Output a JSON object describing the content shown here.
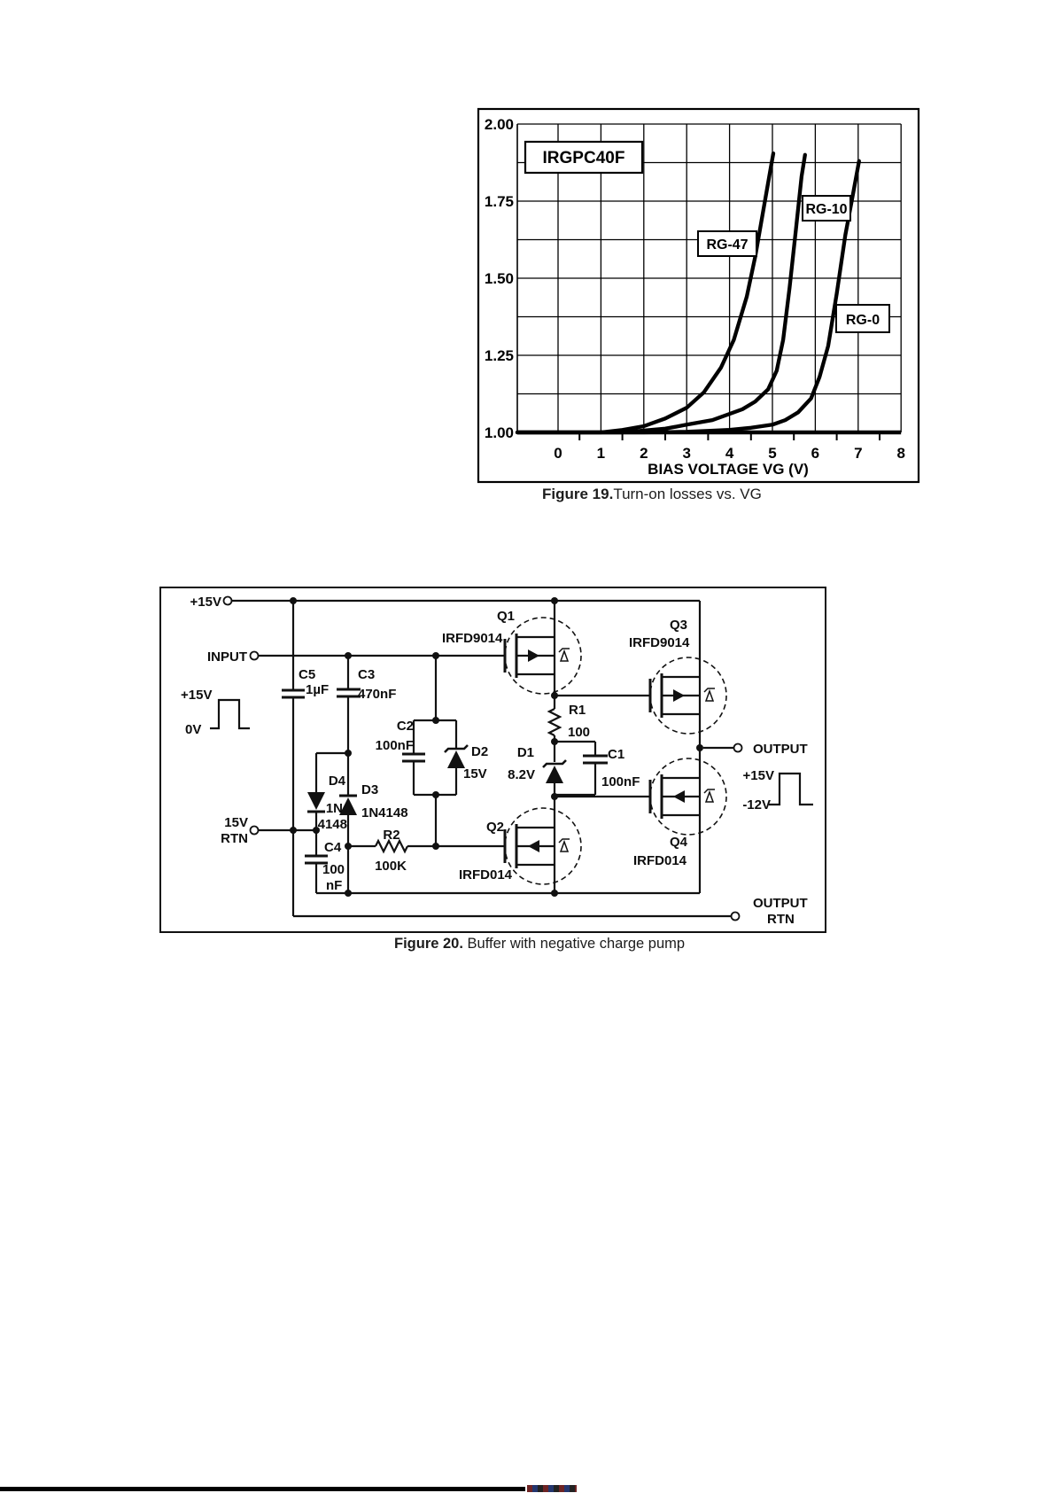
{
  "figure19": {
    "caption_bold": "Figure 19.",
    "caption_rest": "Turn-on losses vs. VG"
  },
  "chart_data": {
    "type": "line",
    "title": "",
    "xlabel": "BIAS VOLTAGE VG (V)",
    "ylabel": "",
    "xlim": [
      -0.95,
      8
    ],
    "ylim": [
      1.0,
      2.0
    ],
    "grid": true,
    "x_ticks": [
      0,
      1,
      2,
      3,
      4,
      5,
      6,
      7,
      8
    ],
    "x_tick_labels": [
      "0",
      "1",
      "2",
      "3",
      "4",
      "5",
      "6",
      "7",
      "8"
    ],
    "y_ticks": [
      2.0,
      1.75,
      1.5,
      1.25,
      1.0
    ],
    "y_tick_labels": [
      "2.00",
      "1.75",
      "1.50",
      "1.25",
      "1.00"
    ],
    "y_minor_step": 0.125,
    "annotations": [
      "IRGPC40F",
      "RG-47",
      "RG-10",
      "RG-0"
    ],
    "series": [
      {
        "name": "RG-47",
        "x": [
          -0.95,
          1.0,
          1.5,
          2.0,
          2.5,
          3.0,
          3.4,
          3.8,
          4.1,
          4.4,
          4.6,
          4.8,
          4.95,
          5.02
        ],
        "y": [
          1.0,
          1.0,
          1.008,
          1.02,
          1.045,
          1.08,
          1.13,
          1.21,
          1.3,
          1.44,
          1.57,
          1.73,
          1.85,
          1.905
        ]
      },
      {
        "name": "RG-10",
        "x": [
          -0.95,
          1.5,
          2.5,
          3.0,
          3.6,
          4.0,
          4.3,
          4.6,
          4.9,
          5.1,
          5.25,
          5.4,
          5.55,
          5.68,
          5.76
        ],
        "y": [
          1.0,
          1.0,
          1.012,
          1.025,
          1.04,
          1.06,
          1.075,
          1.1,
          1.14,
          1.2,
          1.3,
          1.47,
          1.66,
          1.83,
          1.9
        ]
      },
      {
        "name": "RG-0",
        "x": [
          -0.95,
          2.0,
          3.0,
          3.5,
          4.0,
          4.5,
          5.0,
          5.3,
          5.6,
          5.9,
          6.1,
          6.3,
          6.5,
          6.7,
          6.85,
          7.02
        ],
        "y": [
          1.0,
          1.0,
          1.002,
          1.005,
          1.008,
          1.015,
          1.025,
          1.04,
          1.065,
          1.11,
          1.18,
          1.28,
          1.45,
          1.64,
          1.75,
          1.88
        ]
      }
    ]
  },
  "figure20": {
    "caption_bold": "Figure 20.",
    "caption_rest": " Buffer with negative charge pump",
    "terminals": {
      "vcc": "+15V",
      "input": "INPUT",
      "rtn_line1": "15V",
      "rtn_line2": "RTN",
      "output": "OUTPUT",
      "output_rtn_line1": "OUTPUT",
      "output_rtn_line2": "RTN"
    },
    "wave_in": {
      "high": "+15V",
      "low": "0V"
    },
    "wave_out": {
      "high": "+15V",
      "low": "-12V"
    },
    "parts": {
      "q1": "Q1",
      "q1_type": "IRFD9014",
      "q2": "Q2",
      "q2_type": "IRFD014",
      "q3": "Q3",
      "q3_type": "IRFD9014",
      "q4": "Q4",
      "q4_type": "IRFD014",
      "c1": "C1",
      "c1_val": "100nF",
      "c2": "C2",
      "c2_val": "100nF",
      "c3": "C3",
      "c3_val": "470nF",
      "c4": "C4",
      "c4_val1": "100",
      "c4_val2": "nF",
      "c5": "C5",
      "c5_val": "1µF",
      "r1": "R1",
      "r1_val": "100",
      "r2": "R2",
      "r2_val": "100K",
      "d1": "D1",
      "d1_val": "8.2V",
      "d2": "D2",
      "d2_val": "15V",
      "d3": "D3",
      "d3_val": "1N4148",
      "d4": "D4",
      "d4_val1": "1N",
      "d4_val2": "4148"
    }
  }
}
